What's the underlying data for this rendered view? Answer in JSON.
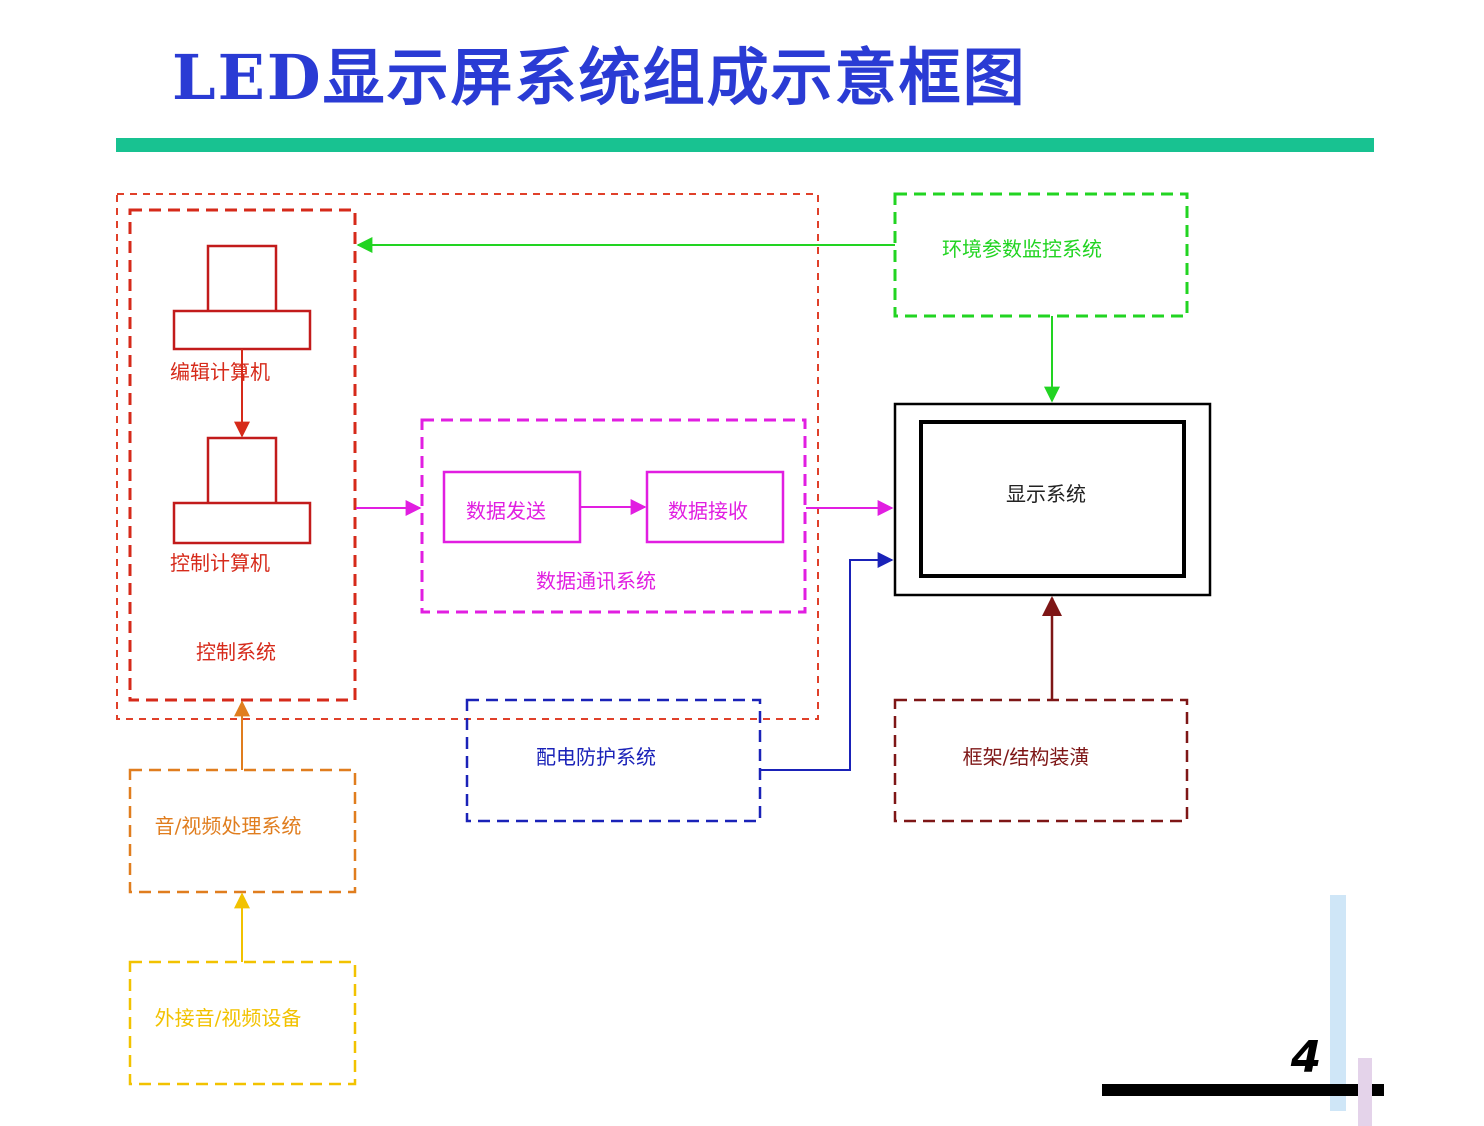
{
  "title": "LED显示屏系统组成示意框图",
  "colors": {
    "title": "#2a3bd4",
    "title_rule": "#18c291",
    "control": "#d62a1a",
    "computer": "#c21b1b",
    "data_comm": "#e11ee1",
    "env": "#22d422",
    "display": "#000000",
    "power": "#1a22b8",
    "frame": "#7e1616",
    "av_process": "#e07d1e",
    "av_device": "#f2c200"
  },
  "diagram": {
    "control_system": {
      "label": "控制系统",
      "edit_computer": "编辑计算机",
      "control_computer": "控制计算机"
    },
    "data_comm": {
      "label": "数据通讯系统",
      "send": "数据发送",
      "receive": "数据接收"
    },
    "env_monitor": "环境参数监控系统",
    "display_system": "显示系统",
    "power_protection": "配电防护系统",
    "frame_structure": "框架/结构装潢",
    "av_processing": "音/视频处理系统",
    "av_devices": "外接音/视频设备"
  },
  "page_number": "4"
}
